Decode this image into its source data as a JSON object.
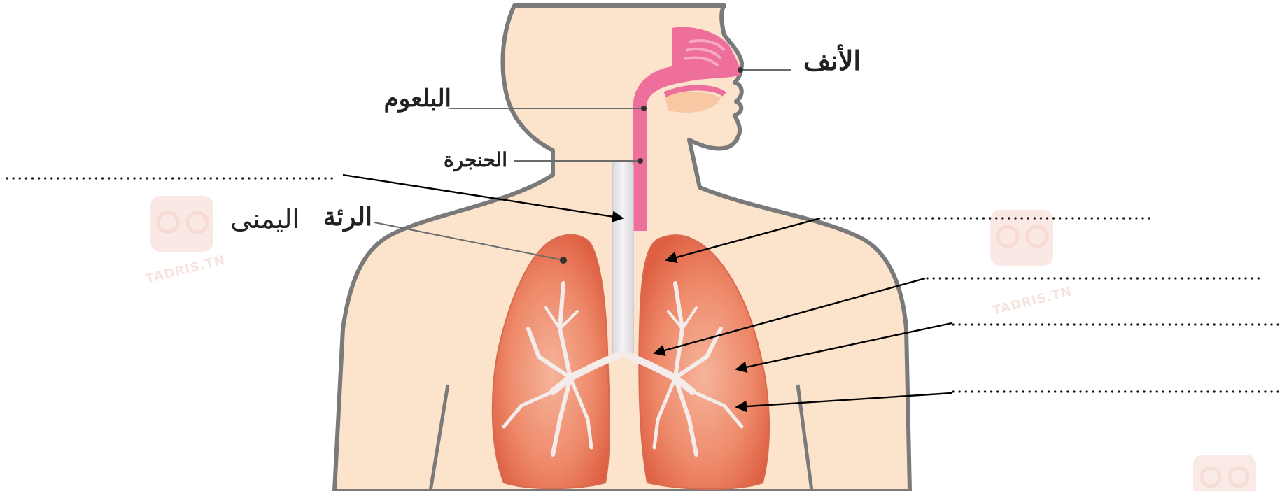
{
  "labels": {
    "nose": "الأنف",
    "pharynx": "البلعوم",
    "larynx": "الحنجرة",
    "right_lung_word": "الرئة",
    "right_lung_side": "اليمنى"
  },
  "blanks": [
    "..........................................",
    "...........................................",
    "..........................................",
    "..........................................",
    ".........................................."
  ],
  "watermark": "TADRIS.TN",
  "colors": {
    "skin": "#fbe1c9",
    "skin_outline": "#7a7a7a",
    "airway": "#ef6f9b",
    "lung": "#ec7d5e",
    "lung_dark": "#d9573b",
    "bronchi": "#f3ece9",
    "trachea": "#e9e7ea"
  }
}
